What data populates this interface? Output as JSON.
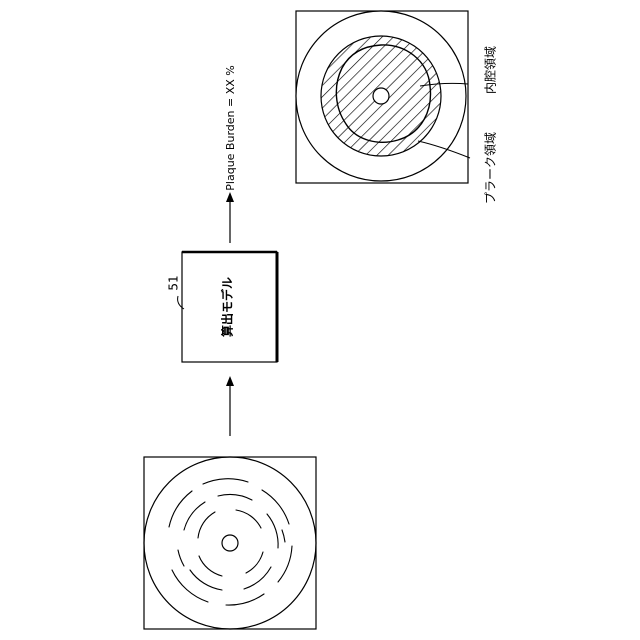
{
  "figure": {
    "model_box": {
      "reference": "51",
      "label": "算出モデル"
    },
    "output": {
      "label": "Plaque Burden = XX %"
    },
    "result_image": {
      "lumen_label": "内腔領域",
      "plaque_label": "プラーク領域"
    }
  }
}
